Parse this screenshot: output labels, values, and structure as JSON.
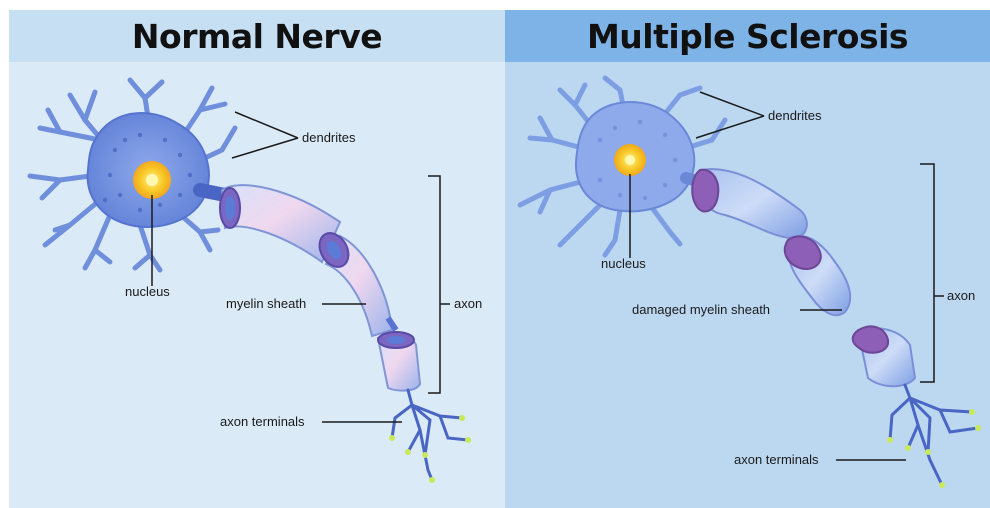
{
  "left_panel": {
    "title": "Normal Nerve",
    "labels": {
      "dendrites": "dendrites",
      "nucleus": "nucleus",
      "myelin": "myelin sheath",
      "axon": "axon",
      "terminals": "axon terminals"
    }
  },
  "right_panel": {
    "title": "Multiple Sclerosis",
    "labels": {
      "dendrites": "dendrites",
      "nucleus": "nucleus",
      "myelin": "damaged myelin sheath",
      "axon": "axon",
      "terminals": "axon terminals"
    }
  },
  "colors": {
    "neuron_body": "#6f8fdc",
    "neuron_dark": "#4a66c4",
    "myelin_light": "#c9d8f6",
    "myelin_pink": "#e7c7e4",
    "myelin_ring": "#8a6cc4",
    "nucleus": "#f7c52c",
    "terminal_tip": "#c9e85a"
  }
}
